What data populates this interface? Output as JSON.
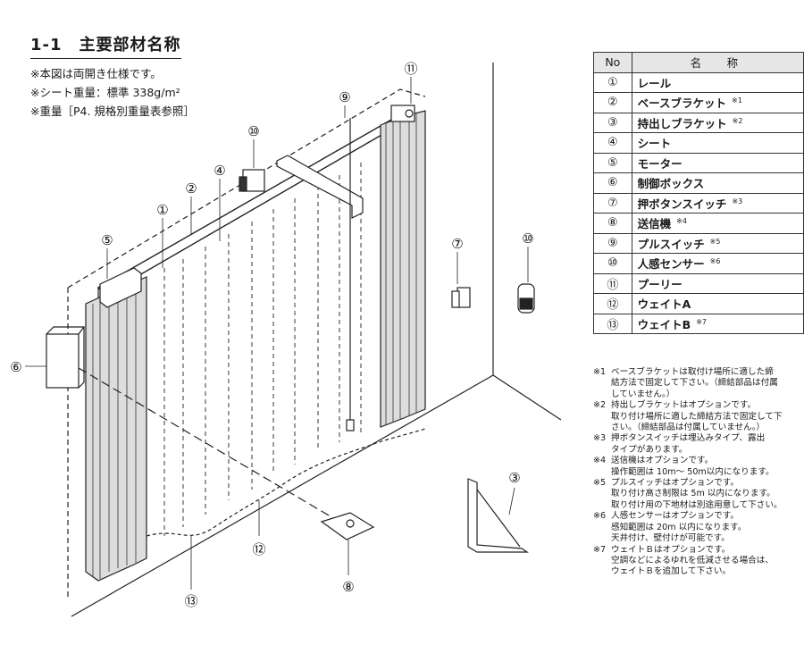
{
  "section_title": "1-1　主要部材名称",
  "notes": [
    "※本図は両開き仕様です。",
    "※シート重量：標準 338g/m²",
    "※重量［P4. 規格別重量表参照］"
  ],
  "table": {
    "header": {
      "no": "No",
      "name": "名　称"
    },
    "rows": [
      {
        "no": "①",
        "name": "レール",
        "note": ""
      },
      {
        "no": "②",
        "name": "ベースブラケット",
        "note": "※1"
      },
      {
        "no": "③",
        "name": "持出しブラケット",
        "note": "※2"
      },
      {
        "no": "④",
        "name": "シート",
        "note": ""
      },
      {
        "no": "⑤",
        "name": "モーター",
        "note": ""
      },
      {
        "no": "⑥",
        "name": "制御ボックス",
        "note": ""
      },
      {
        "no": "⑦",
        "name": "押ボタンスイッチ",
        "note": "※3"
      },
      {
        "no": "⑧",
        "name": "送信機",
        "note": "※4"
      },
      {
        "no": "⑨",
        "name": "プルスイッチ",
        "note": "※5"
      },
      {
        "no": "⑩",
        "name": "人感センサー",
        "note": "※6"
      },
      {
        "no": "⑪",
        "name": "プーリー",
        "note": ""
      },
      {
        "no": "⑫",
        "name": "ウェイトA",
        "note": ""
      },
      {
        "no": "⑬",
        "name": "ウェイトB",
        "note": "※7"
      }
    ]
  },
  "footnotes": [
    {
      "mark": "※1",
      "lines": [
        "ベースブラケットは取付け場所に適した締",
        "結方法で固定して下さい。（締結部品は付属",
        "していません。）"
      ]
    },
    {
      "mark": "※2",
      "lines": [
        "持出しブラケットはオプションです。",
        "取り付け場所に適した締結方法で固定して下",
        "さい。（締結部品は付属していません。）"
      ]
    },
    {
      "mark": "※3",
      "lines": [
        "押ボタンスイッチは埋込みタイプ、露出",
        "タイプがあります。"
      ]
    },
    {
      "mark": "※4",
      "lines": [
        "送信機はオプションです。",
        "操作範囲は 10m～ 50m以内になります。"
      ]
    },
    {
      "mark": "※5",
      "lines": [
        "プルスイッチはオプションです。",
        "取り付け高さ制限は 5m 以内になります。",
        "取り付け用の下地材は別途用意して下さい。"
      ]
    },
    {
      "mark": "※6",
      "lines": [
        "人感センサーはオプションです。",
        "感知範囲は 20m 以内になります。",
        "天井付け、壁付けが可能です。"
      ]
    },
    {
      "mark": "※7",
      "lines": [
        "ウェイトＢはオプションです。",
        "空調などによるゆれを低減させる場合は、",
        "ウェイトＢを追加して下さい。"
      ]
    }
  ],
  "callouts": [
    "①",
    "②",
    "③",
    "④",
    "⑤",
    "⑥",
    "⑦",
    "⑧",
    "⑨",
    "⑩",
    "⑩",
    "⑪",
    "⑫",
    "⑬"
  ]
}
